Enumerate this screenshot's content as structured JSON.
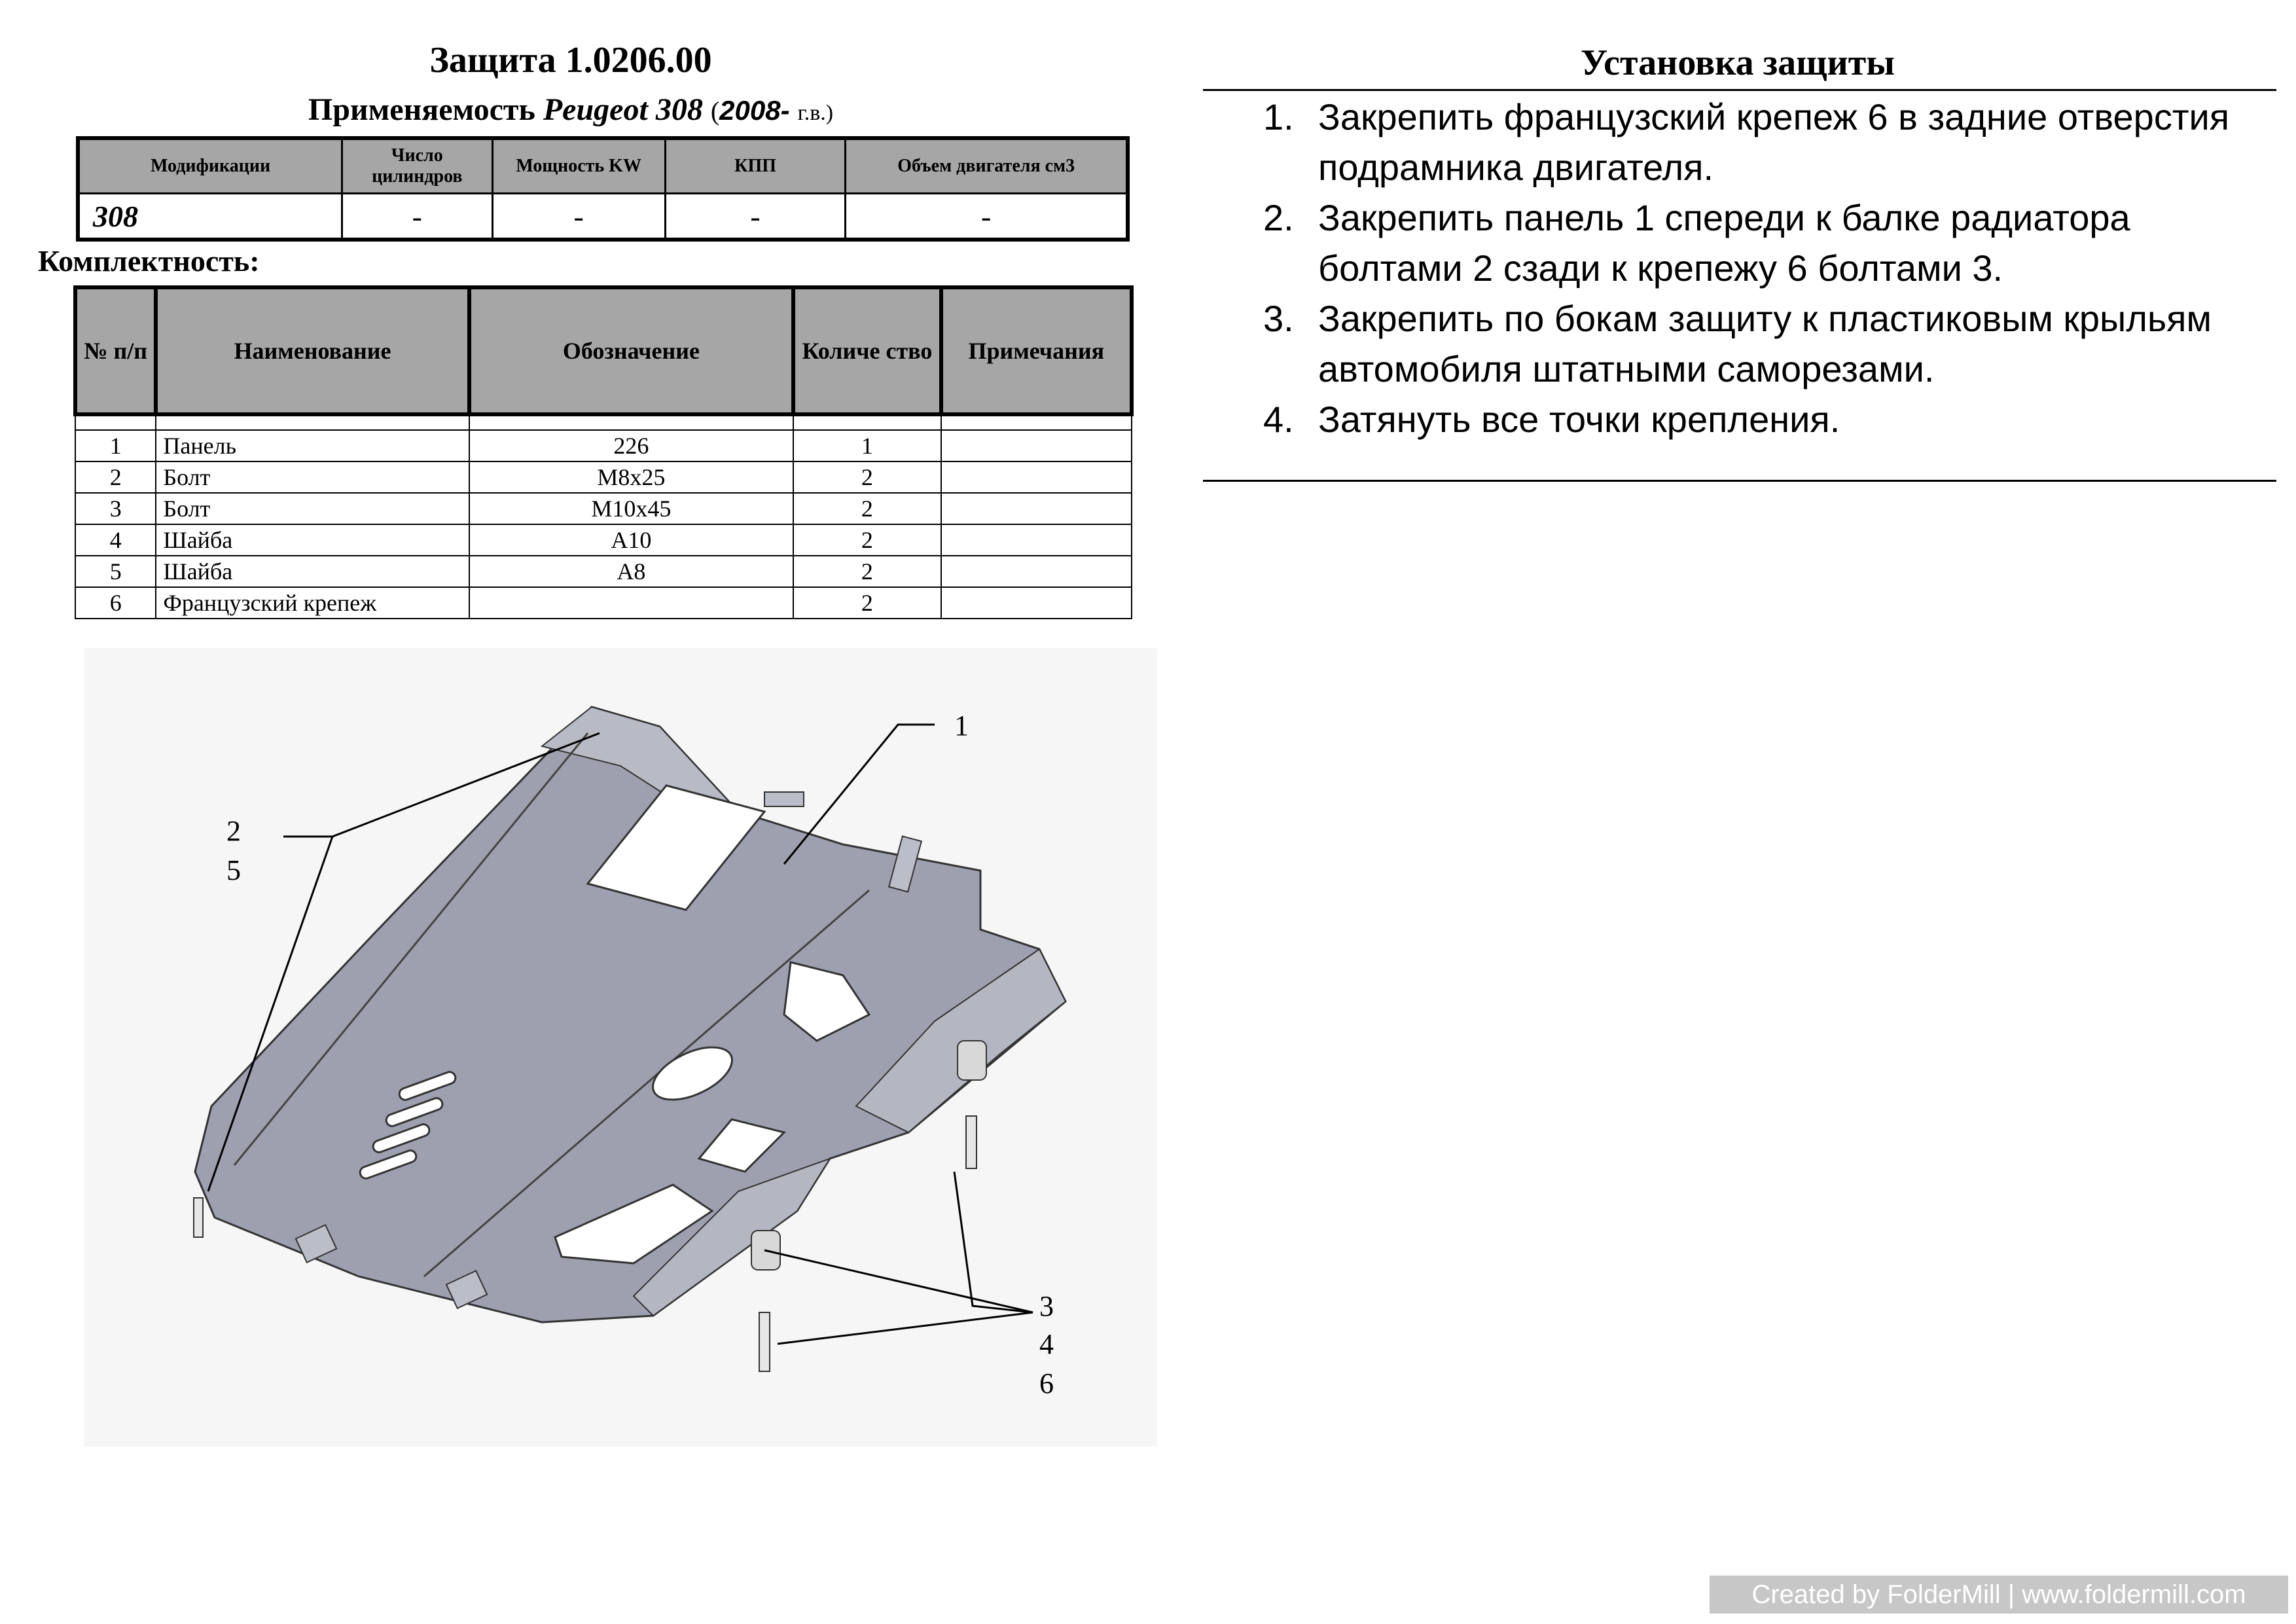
{
  "header": {
    "title": "Защита 1.0206.00",
    "applicability_prefix": "Применяемость",
    "brand_model": "Peugeot 308",
    "year_open": "(",
    "year": "2008-",
    "year_unit": "г.в.)"
  },
  "modifications": {
    "headers": [
      "Модификации",
      "Число цилиндров",
      "Мощность KW",
      "КПП",
      "Объем двигателя см3"
    ],
    "row": [
      "308",
      "-",
      "-",
      "-",
      "-"
    ]
  },
  "kit": {
    "label": "Комплектность:",
    "headers": [
      "№ п/п",
      "Наименование",
      "Обозначение",
      "Количе ство",
      "Примечания"
    ],
    "rows": [
      {
        "no": "1",
        "name": "Панель",
        "designation": "226",
        "qty": "1",
        "note": ""
      },
      {
        "no": "2",
        "name": "Болт",
        "designation": "M8x25",
        "qty": "2",
        "note": ""
      },
      {
        "no": "3",
        "name": "Болт",
        "designation": "M10x45",
        "qty": "2",
        "note": ""
      },
      {
        "no": "4",
        "name": "Шайба",
        "designation": "A10",
        "qty": "2",
        "note": ""
      },
      {
        "no": "5",
        "name": "Шайба",
        "designation": "A8",
        "qty": "2",
        "note": ""
      },
      {
        "no": "6",
        "name": "Французский крепеж",
        "designation": "",
        "qty": "2",
        "note": ""
      }
    ]
  },
  "drawing": {
    "callouts": {
      "panel": "1",
      "left_a": "2",
      "left_b": "5",
      "right_a": "3",
      "right_b": "4",
      "right_c": "6"
    }
  },
  "installation": {
    "title": "Установка защиты",
    "steps": [
      {
        "num": "1.",
        "text": "Закрепить французский крепеж 6 в задние отверстия подрамника двигателя."
      },
      {
        "num": "2.",
        "text": "Закрепить панель 1 спереди к балке радиатора болтами 2 сзади к крепежу 6 болтами 3."
      },
      {
        "num": "3.",
        "text": "Закрепить по бокам защиту к пластиковым крыльям автомобиля штатными саморезами."
      },
      {
        "num": "4.",
        "text": "Затянуть все точки крепления."
      }
    ]
  },
  "footer": {
    "watermark": "Created by FolderMill | www.foldermill.com"
  },
  "colors": {
    "table_header_bg": "#a6a6a6",
    "panel_fill": "#9ea0b0",
    "footer_bg": "#c7c7c7"
  }
}
